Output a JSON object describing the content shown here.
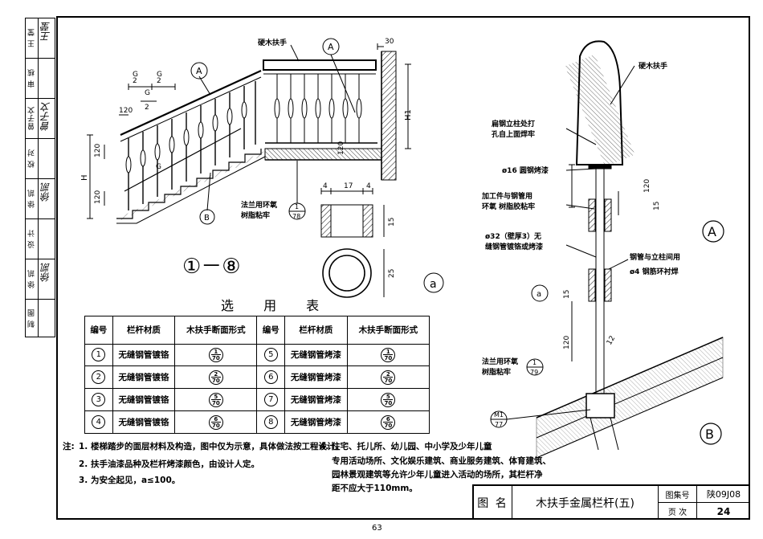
{
  "sidebar": [
    {
      "label": "王 莹",
      "sign": "王莹"
    },
    {
      "label": "审 核",
      "sign": ""
    },
    {
      "label": "曾子文",
      "sign": "曾子文"
    },
    {
      "label": "校 对",
      "sign": ""
    },
    {
      "label": "徐 凯",
      "sign": "徐凯"
    },
    {
      "label": "设 计",
      "sign": ""
    },
    {
      "label": "徐 凯",
      "sign": "徐凯"
    },
    {
      "label": "制 图",
      "sign": ""
    }
  ],
  "drawing": {
    "label_wood_handrail": "硬木扶手",
    "label_a_circle": "A",
    "label_b_circle": "B",
    "label_dim_30": "30",
    "label_h1": "H1",
    "label_h": "H",
    "label_g_half": "G",
    "label_g_half_den": "2",
    "label_g": "G",
    "dim_120": "120",
    "dim_17": "17",
    "dim_4": "4",
    "dim_15": "15",
    "dim_25": "25",
    "dim_12": "12",
    "label_flange_epoxy": "法兰用环氧",
    "label_flange_epoxy_2": "树脂粘牢",
    "circle_1_78_top": "1",
    "circle_1_78_bot": "78",
    "circle_1_79_top": "1",
    "circle_1_79_bot": "79",
    "range_label": "①－⑧",
    "a_small": "a",
    "detail_a_label": "A",
    "detail_b_label": "B",
    "detail_flat_steel": "扁钢立柱处打",
    "detail_flat_steel_2": "孔自上面焊牢",
    "detail_d16": "ø16 圆钢烤漆",
    "detail_work_piece": "加工件与钢管用",
    "detail_work_piece_2": "环氧 树脂胶粘牢",
    "detail_d32": "ø32（壁厚3）无",
    "detail_d32_2": "缝钢管镀铬或烤漆",
    "detail_steel_post": "钢管与立柱间用",
    "detail_steel_post_2": "ø4 钢筋环衬焊",
    "detail_m1": "M1",
    "detail_m1_den": "77"
  },
  "table": {
    "title": "选 用 表",
    "headers": [
      "编号",
      "栏杆材质",
      "木扶手断面形式",
      "编号",
      "栏杆材质",
      "木扶手断面形式"
    ],
    "rows": [
      {
        "n1": "1",
        "m1": "无缝钢管镀铬",
        "f1t": "1",
        "f1b": "70",
        "n2": "5",
        "m2": "无缝钢管烤漆",
        "f2t": "1",
        "f2b": "70"
      },
      {
        "n1": "2",
        "m1": "无缝钢管镀铬",
        "f1t": "2",
        "f1b": "70",
        "n2": "6",
        "m2": "无缝钢管烤漆",
        "f2t": "2",
        "f2b": "70"
      },
      {
        "n1": "3",
        "m1": "无缝钢管镀铬",
        "f1t": "5",
        "f1b": "70",
        "n2": "7",
        "m2": "无缝钢管烤漆",
        "f2t": "5",
        "f2b": "70"
      },
      {
        "n1": "4",
        "m1": "无缝钢管镀铬",
        "f1t": "6",
        "f1b": "70",
        "n2": "8",
        "m2": "无缝钢管烤漆",
        "f2t": "6",
        "f2b": "70"
      }
    ]
  },
  "notes": {
    "prefix": "注:",
    "n1": "1. 楼梯踏步的面层材料及构造，图中仅为示意，具体做法按工程设计。",
    "n2": "2. 扶手油漆品种及栏杆烤漆颜色，由设计人定。",
    "n3": "3. 为安全起见，a≤100。",
    "n4": "4. 住宅、托儿所、幼儿园、中小学及少年儿童",
    "n4b": "专用活动场所、文化娱乐建筑、商业服务建筑、体育建筑、",
    "n4c": "园林景观建筑等允许少年儿童进入活动的场所，其栏杆净",
    "n4d": "距不应大于110mm。"
  },
  "title_block": {
    "label_name": "图 名",
    "name": "木扶手金属栏杆(五)",
    "label_set": "图集号",
    "set": "陕09J08",
    "label_page": "页 次",
    "page": "24"
  },
  "footer": {
    "page_number": "63"
  }
}
